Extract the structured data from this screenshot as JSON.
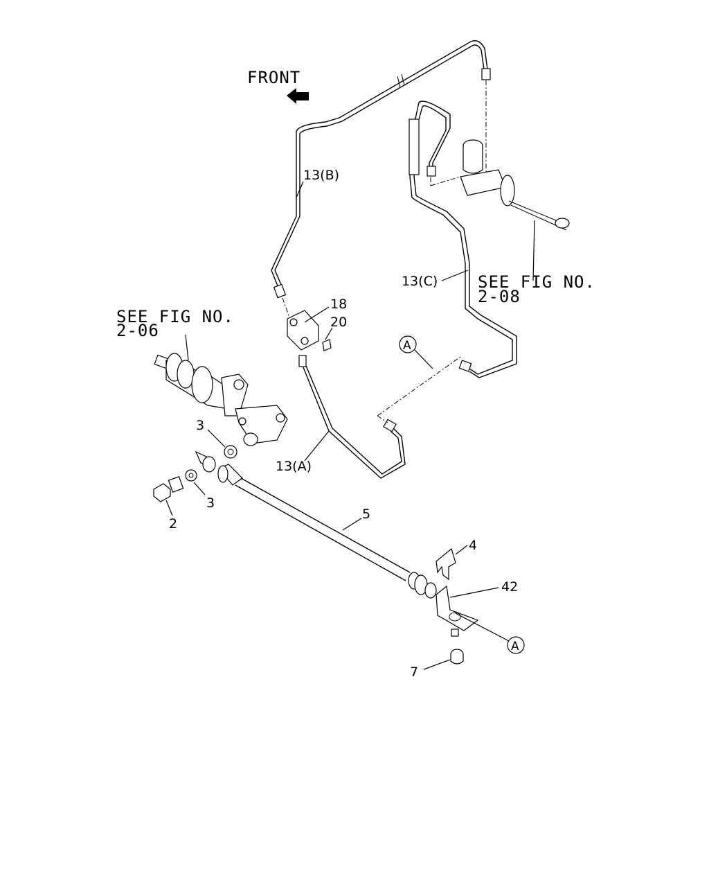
{
  "direction": {
    "label": "FRONT"
  },
  "references": [
    {
      "id": "ref-2-06",
      "line1": "SEE FIG NO.",
      "line2": "2-06"
    },
    {
      "id": "ref-2-08",
      "line1": "SEE FIG NO.",
      "line2": "2-08"
    }
  ],
  "callouts": {
    "pipe_a": "13(A)",
    "pipe_b": "13(B)",
    "pipe_c": "13(C)",
    "c18": "18",
    "c20": "20",
    "c3_upper": "3",
    "c3_lower": "3",
    "c2": "2",
    "c5": "5",
    "c4": "4",
    "c42": "42",
    "c7": "7"
  },
  "markers": {
    "a_upper": "A",
    "a_lower": "A"
  }
}
